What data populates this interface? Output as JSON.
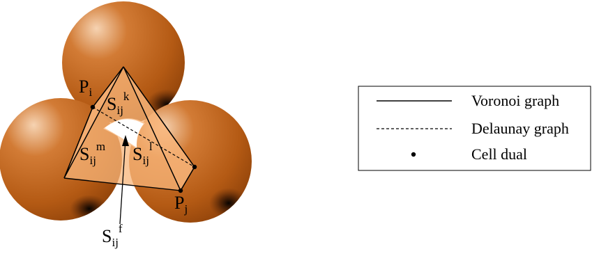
{
  "labels": {
    "p_i": {
      "base": "P",
      "sub": "i"
    },
    "p_j": {
      "base": "P",
      "sub": "j"
    },
    "s_k": {
      "base": "S",
      "sub": "ij",
      "sup": "k"
    },
    "s_m": {
      "base": "S",
      "sub": "ij",
      "sup": "m"
    },
    "s_l": {
      "base": "S",
      "sub": "ij",
      "sup": "l"
    },
    "s_f": {
      "base": "S",
      "sub": "ij",
      "sup": "f"
    }
  },
  "legend": {
    "voronoi": "Voronoi graph",
    "delaunay": "Delaunay graph",
    "cell_dual": "Cell dual"
  },
  "colors": {
    "sphere_light": "#f3c9a1",
    "sphere_mid": "#c0621a",
    "sphere_dark": "#7a3304",
    "face_fill": "#f8b57a",
    "line": "#000000"
  }
}
